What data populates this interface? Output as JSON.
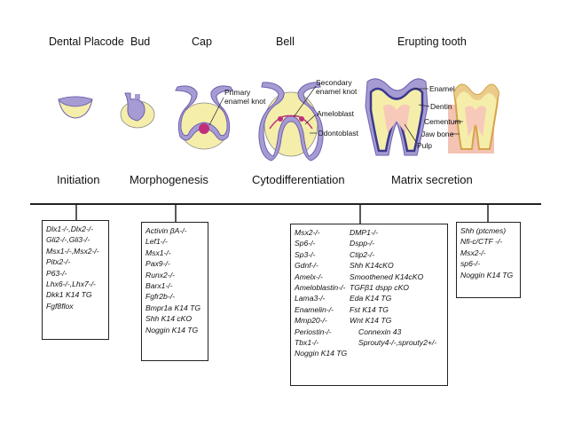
{
  "stages": {
    "dental_placode": "Dental Placode",
    "bud": "Bud",
    "cap": "Cap",
    "bell": "Bell",
    "erupting_tooth": "Erupting tooth"
  },
  "annotations": {
    "primary_enamel_knot_1": "Primary",
    "primary_enamel_knot_2": "enamel knot",
    "secondary_enamel_knot_1": "Secondary",
    "secondary_enamel_knot_2": "enamel knot",
    "ameloblast": "Ameloblast",
    "odontoblast": "Odontoblast",
    "enamel": "Enamel",
    "dentin": "Dentin",
    "cementum": "Cementum",
    "jaw_bone": "Jaw bone",
    "pulp": "Pulp"
  },
  "phases": {
    "initiation": "Initiation",
    "morphogenesis": "Morphogenesis",
    "cytodifferentiation": "Cytodifferentiation",
    "matrix_secretion": "Matrix secretion"
  },
  "gene_boxes": {
    "initiation": [
      "Dlx1-/-,Dlx2-/-",
      "Gli2-/-,Gli3-/-",
      "Msx1-/-,Msx2-/-",
      "Pitx2-/-",
      "P63-/-",
      "Lhx6-/-,Lhx7-/-",
      "Dkk1 K14 TG",
      "Fgf8flox"
    ],
    "morphogenesis": [
      "Activin βA-/-",
      "Lef1-/-",
      "Msx1-/-",
      "Pax9-/-",
      "Runx2-/-",
      "Barx1-/-",
      "Fgfr2b-/-",
      "Bmpr1a K14 TG",
      "Shh K14 cKO",
      "Noggin K14 TG"
    ],
    "cytodifferentiation_left": [
      "Msx2-/-",
      "Sp6-/-",
      "Sp3-/-",
      "Gdnf-/-",
      "Amelx-/-",
      "Ameloblastin-/-",
      "Lama3-/-",
      "Enamelin-/-",
      "Mmp20-/-",
      "Periostin-/-",
      "Tbx1-/-",
      "Noggin K14 TG"
    ],
    "cytodifferentiation_right": [
      "DMP1-/-",
      "Dspp-/-",
      "Ctip2-/-",
      "Shh K14cKO",
      "Smoothened K14cKO",
      "TGFβ1 dspp cKO",
      "Eda K14 TG",
      "Fst K14 TG",
      "Wnt K14 TG",
      "Connexin 43",
      "Sprouty4-/-,sprouty2+/-"
    ],
    "matrix_secretion": [
      "Shh (ptcmes)",
      "Nfi-c/CTF -/-",
      "Msx2-/-",
      "sp6-/-",
      "Noggin K14 TG"
    ]
  },
  "colors": {
    "epithelium": "#a79bd3",
    "mesenchyme": "#f5eeaa",
    "enamel_knot": "#c0307a",
    "enamel": "#3b3a8c",
    "jaw_bone": "#f3c3b4"
  }
}
